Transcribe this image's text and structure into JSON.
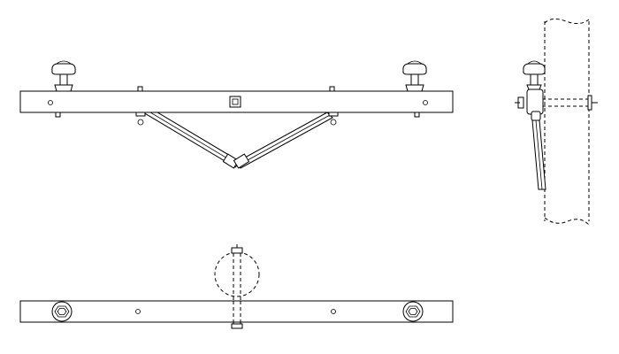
{
  "drawing": {
    "views": [
      "front-elevation",
      "side-elevation",
      "plan-view"
    ],
    "colors": {
      "background": "#ffffff",
      "line": "#000000"
    },
    "symbols": [
      "insulator-icon",
      "pole-clamp-icon",
      "bolt-icon",
      "brace-icon",
      "hole-icon"
    ]
  }
}
